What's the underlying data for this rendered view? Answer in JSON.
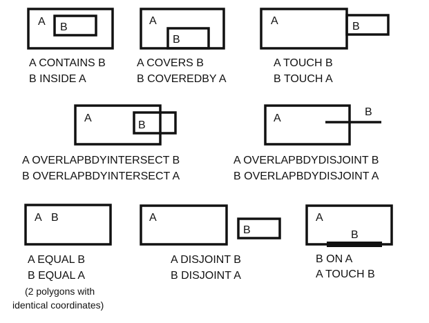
{
  "panels": [
    {
      "id": "contains",
      "label_a": "A",
      "label_b": "B",
      "caption": [
        "A CONTAINS B",
        "B INSIDE A"
      ]
    },
    {
      "id": "covers",
      "label_a": "A",
      "label_b": "B",
      "caption": [
        "A COVERS B",
        "B COVEREDBY A"
      ]
    },
    {
      "id": "touch",
      "label_a": "A",
      "label_b": "B",
      "caption": [
        "A TOUCH B",
        "B TOUCH A"
      ]
    },
    {
      "id": "overlap-intersect",
      "label_a": "A",
      "label_b": "B",
      "caption": [
        "A OVERLAPBDYINTERSECT B",
        "B OVERLAPBDYINTERSECT A"
      ]
    },
    {
      "id": "overlap-disjoint",
      "label_a": "A",
      "label_b": "B",
      "caption": [
        "A OVERLAPBDYDISJOINT B",
        "B OVERLAPBDYDISJOINT A"
      ]
    },
    {
      "id": "equal",
      "label_a": "A",
      "label_b": "B",
      "caption": [
        "A EQUAL B",
        "B EQUAL A"
      ],
      "note": [
        "(2 polygons with",
        "identical coordinates)"
      ]
    },
    {
      "id": "disjoint",
      "label_a": "A",
      "label_b": "B",
      "caption": [
        "A DISJOINT B",
        "B DISJOINT A"
      ]
    },
    {
      "id": "on",
      "label_a": "A",
      "label_b": "B",
      "caption": [
        "B ON A",
        "A TOUCH B"
      ]
    }
  ]
}
